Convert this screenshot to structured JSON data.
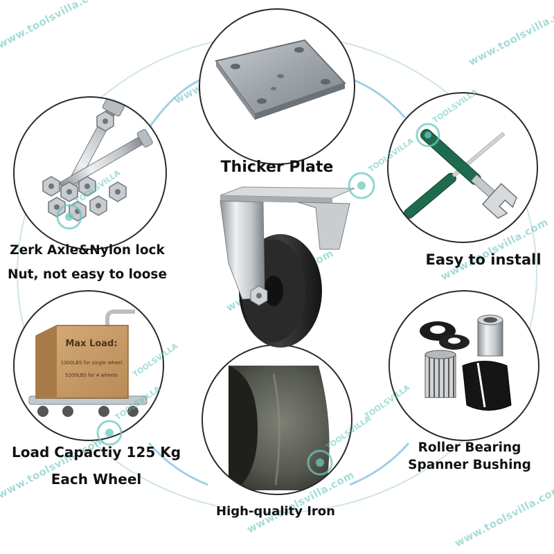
{
  "colors": {
    "accent": "#5fc0bc",
    "ring": "#c8dfe9",
    "circle_border": "#2a2a2a",
    "label_text": "#111111"
  },
  "features": {
    "top": {
      "label": "Thicker Plate",
      "icon": "mounting-plate-icon"
    },
    "upper_left": {
      "label_line1": "Zerk Axle&Nylon lock",
      "label_line2": "Nut, not easy to loose",
      "icon": "axle-nuts-icon"
    },
    "upper_right": {
      "label": "Easy to install",
      "icon": "wrench-screwdriver-icon"
    },
    "lower_left": {
      "label_line1": "Load Capactiy 125 Kg",
      "label_line2": "Each Wheel",
      "icon": "cart-box-icon"
    },
    "bottom": {
      "label": "High-quality Iron",
      "icon": "iron-wheel-closeup-icon"
    },
    "lower_right": {
      "label_line1": "Roller Bearing",
      "label_line2": "Spanner Bushing",
      "icon": "bearing-bushing-icon"
    }
  },
  "box": {
    "title": "Max Load:",
    "line1": "1300LBS for single wheel",
    "line2": "5200LBS for 4 wheels"
  },
  "watermark": {
    "url": "www.toolsvilla.com",
    "logo_text": "TOOLSVILLA"
  },
  "center": {
    "icon": "caster-wheel-icon"
  }
}
